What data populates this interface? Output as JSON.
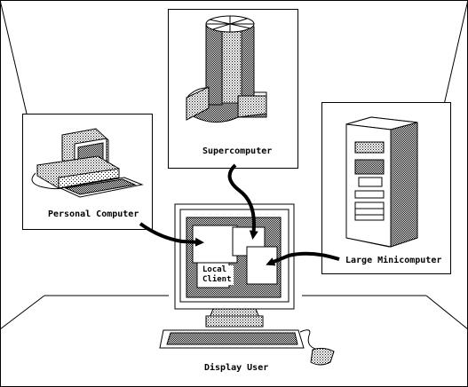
{
  "labels": {
    "supercomputer": "Supercomputer",
    "personal_computer": "Personal Computer",
    "large_minicomputer": "Large Minicomputer",
    "local_client_line1": "Local",
    "local_client_line2": "Client",
    "display_user": "Display User"
  }
}
